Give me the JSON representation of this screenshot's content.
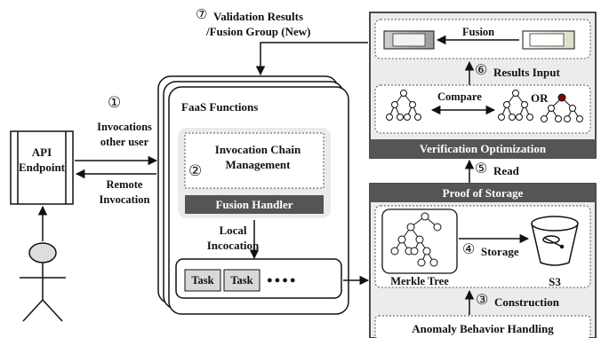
{
  "steps": {
    "s1": "①",
    "s2": "②",
    "s3": "③",
    "s4": "④",
    "s5": "⑤",
    "s6": "⑥",
    "s7": "⑦"
  },
  "labels": {
    "validation_line1": "Validation Results",
    "validation_line2": "/Fusion Group  (New)",
    "invocations_line1": "Invocations",
    "invocations_line2": "other user",
    "remote_line1": "Remote",
    "remote_line2": "Invocation",
    "api_line1": "API",
    "api_line2": "Endpoint",
    "faas_title": "FaaS Functions",
    "chain_line1": "Invocation Chain",
    "chain_line2": "Management",
    "fusion_handler": "Fusion Handler",
    "local_line1": "Local",
    "local_line2": "Incocation",
    "task1": "Task",
    "task2": "Task",
    "ellipsis": "●●●●",
    "fusion": "Fusion",
    "results_input": "Results Input",
    "compare": "Compare",
    "or": "OR",
    "verification_optimization": "Verification Optimization",
    "read": "Read",
    "proof_of_storage": "Proof of Storage",
    "merkle_tree": "Merkle Tree",
    "storage": "Storage",
    "s3": "S3",
    "construction": "Construction",
    "anomaly": "Anomaly Behavior Handling"
  },
  "colors": {
    "bar": "#555555",
    "panel": "#eeeeee",
    "red_node": "#8b0000"
  }
}
